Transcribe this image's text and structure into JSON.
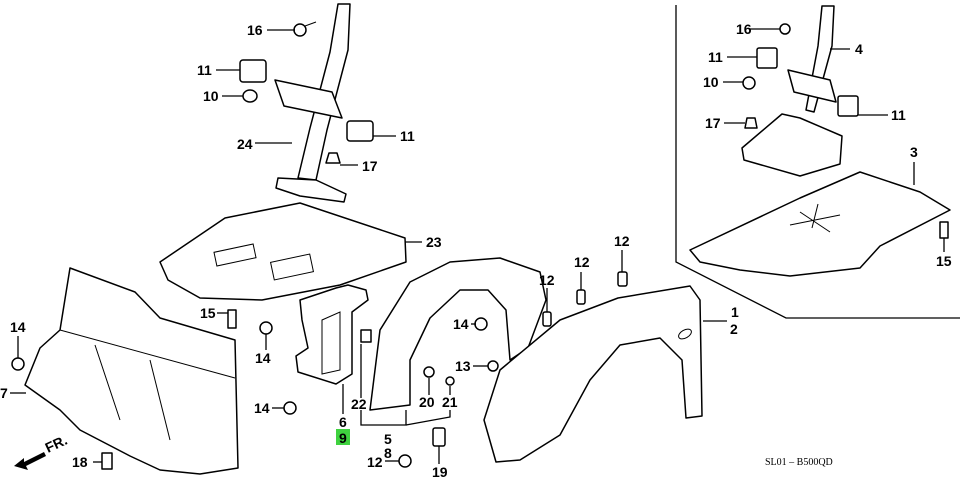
{
  "diagram": {
    "code": "SL01 – B500QD",
    "front_marker": "FR.",
    "highlight_color": "#3fd23f",
    "highlighted_part": "9",
    "callouts": [
      {
        "id": "c16a",
        "text": "16"
      },
      {
        "id": "c11a",
        "text": "11"
      },
      {
        "id": "c10a",
        "text": "10"
      },
      {
        "id": "c11b",
        "text": "11"
      },
      {
        "id": "c24",
        "text": "24"
      },
      {
        "id": "c17a",
        "text": "17"
      },
      {
        "id": "c23",
        "text": "23"
      },
      {
        "id": "c16b",
        "text": "16"
      },
      {
        "id": "c4",
        "text": "4"
      },
      {
        "id": "c11c",
        "text": "11"
      },
      {
        "id": "c10b",
        "text": "10"
      },
      {
        "id": "c11d",
        "text": "11"
      },
      {
        "id": "c17b",
        "text": "17"
      },
      {
        "id": "c3",
        "text": "3"
      },
      {
        "id": "c15b",
        "text": "15"
      },
      {
        "id": "c12a",
        "text": "12"
      },
      {
        "id": "c12b",
        "text": "12"
      },
      {
        "id": "c12c",
        "text": "12"
      },
      {
        "id": "c1",
        "text": "1"
      },
      {
        "id": "c2",
        "text": "2"
      },
      {
        "id": "c14a",
        "text": "14"
      },
      {
        "id": "c15a",
        "text": "15"
      },
      {
        "id": "c14b",
        "text": "14"
      },
      {
        "id": "c7",
        "text": "7"
      },
      {
        "id": "c14c",
        "text": "14"
      },
      {
        "id": "c14d",
        "text": "14"
      },
      {
        "id": "c13",
        "text": "13"
      },
      {
        "id": "c22",
        "text": "22"
      },
      {
        "id": "c20",
        "text": "20"
      },
      {
        "id": "c21",
        "text": "21"
      },
      {
        "id": "c6",
        "text": "6"
      },
      {
        "id": "c9",
        "text": "9"
      },
      {
        "id": "c5",
        "text": "5"
      },
      {
        "id": "c8",
        "text": "8"
      },
      {
        "id": "c12d",
        "text": "12"
      },
      {
        "id": "c19",
        "text": "19"
      },
      {
        "id": "c18",
        "text": "18"
      }
    ]
  }
}
